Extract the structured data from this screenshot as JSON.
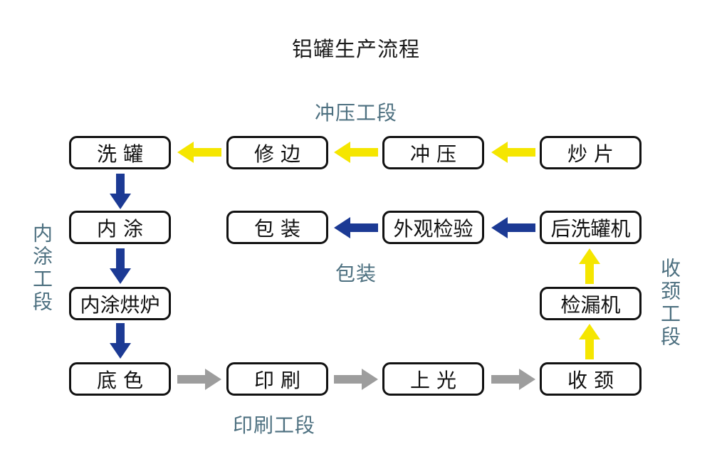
{
  "title": "铝罐生产流程",
  "sections": {
    "stamping": {
      "label": "冲压工段"
    },
    "packaging": {
      "label": "包装"
    },
    "printing": {
      "label": "印刷工段"
    },
    "inner_coating": {
      "label": "内涂工段"
    },
    "necking": {
      "label": "收颈工段"
    }
  },
  "boxes": {
    "wash_can": "洗 罐",
    "trim_edge": "修 边",
    "stamping": "冲 压",
    "fry_sheet": "炒 片",
    "inner_coating": "内 涂",
    "packaging": "包 装",
    "appearance_inspection": "外观检验",
    "post_wash_machine": "后洗罐机",
    "inner_coating_oven": "内涂烘炉",
    "leak_detector": "检漏机",
    "base_color": "底 色",
    "printing": "印 刷",
    "glazing": "上 光",
    "necking": "收 颈"
  },
  "edges": [
    {
      "from": "fry_sheet",
      "to": "stamping",
      "color": "#f5e600",
      "direction": "left"
    },
    {
      "from": "stamping",
      "to": "trim_edge",
      "color": "#f5e600",
      "direction": "left"
    },
    {
      "from": "trim_edge",
      "to": "wash_can",
      "color": "#f5e600",
      "direction": "left"
    },
    {
      "from": "wash_can",
      "to": "inner_coating",
      "color": "#1c3a94",
      "direction": "down"
    },
    {
      "from": "inner_coating",
      "to": "inner_coating_oven",
      "color": "#1c3a94",
      "direction": "down"
    },
    {
      "from": "inner_coating_oven",
      "to": "base_color",
      "color": "#1c3a94",
      "direction": "down"
    },
    {
      "from": "base_color",
      "to": "printing",
      "color": "#9d9d9d",
      "direction": "right"
    },
    {
      "from": "printing",
      "to": "glazing",
      "color": "#9d9d9d",
      "direction": "right"
    },
    {
      "from": "glazing",
      "to": "necking",
      "color": "#9d9d9d",
      "direction": "right"
    },
    {
      "from": "necking",
      "to": "leak_detector",
      "color": "#f5e600",
      "direction": "up"
    },
    {
      "from": "leak_detector",
      "to": "post_wash_machine",
      "color": "#f5e600",
      "direction": "up"
    },
    {
      "from": "post_wash_machine",
      "to": "appearance_inspection",
      "color": "#1c3a94",
      "direction": "left"
    },
    {
      "from": "appearance_inspection",
      "to": "packaging",
      "color": "#1c3a94",
      "direction": "left"
    }
  ],
  "colors": {
    "arrow_yellow": "#f5e600",
    "arrow_blue": "#1c3a94",
    "arrow_gray": "#9d9d9d",
    "section_label": "#4d7080",
    "box_border": "#111111",
    "background": "#ffffff"
  }
}
